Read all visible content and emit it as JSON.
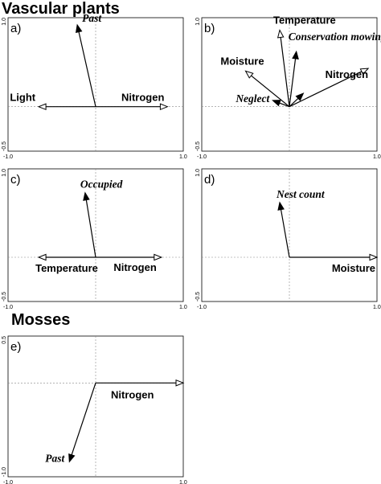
{
  "section_titles": [
    "Vascular plants",
    "Mosses"
  ],
  "chart_data": [
    {
      "type": "biplot",
      "panel_label": "a)",
      "xlim": [
        -1.0,
        1.0
      ],
      "ylim": [
        -0.5,
        1.0
      ],
      "x_tick_labels": [
        "-1.0",
        "1.0"
      ],
      "y_tick_labels": [
        "-0.5",
        "1.0"
      ],
      "vectors": [
        {
          "label": "Past",
          "italic": true,
          "x": -0.21,
          "y": 0.92,
          "head": "closed"
        },
        {
          "label": "Nitrogen",
          "italic": false,
          "x": 0.82,
          "y": 0.0,
          "head": "open"
        },
        {
          "label": "Light",
          "italic": false,
          "x": -0.65,
          "y": 0.0,
          "head": "open"
        }
      ]
    },
    {
      "type": "biplot",
      "panel_label": "b)",
      "xlim": [
        -1.0,
        1.0
      ],
      "ylim": [
        -0.5,
        1.0
      ],
      "x_tick_labels": [
        "-1.0",
        "1.0"
      ],
      "y_tick_labels": [
        "-0.5",
        "1.0"
      ],
      "vectors": [
        {
          "label": "Temperature",
          "italic": false,
          "x": -0.11,
          "y": 0.86,
          "head": "open"
        },
        {
          "label": "Conservation mowing",
          "italic": true,
          "x": 0.08,
          "y": 0.62,
          "head": "closed"
        },
        {
          "label": "Moisture",
          "italic": false,
          "x": -0.5,
          "y": 0.4,
          "head": "open"
        },
        {
          "label": "Nitrogen",
          "italic": false,
          "x": 0.9,
          "y": 0.43,
          "head": "open"
        },
        {
          "label": "Neglect",
          "italic": true,
          "x": -0.19,
          "y": 0.07,
          "head": "closed"
        },
        {
          "label": "",
          "italic": false,
          "x": 0.16,
          "y": 0.15,
          "head": "closed"
        }
      ]
    },
    {
      "type": "biplot",
      "panel_label": "c)",
      "xlim": [
        -1.0,
        1.0
      ],
      "ylim": [
        -0.5,
        1.0
      ],
      "x_tick_labels": [
        "-1.0",
        "1.0"
      ],
      "y_tick_labels": [
        "-0.5",
        "1.0"
      ],
      "vectors": [
        {
          "label": "Occupied",
          "italic": true,
          "x": -0.12,
          "y": 0.73,
          "head": "closed"
        },
        {
          "label": "Nitrogen",
          "italic": false,
          "x": 0.75,
          "y": 0.0,
          "head": "open"
        },
        {
          "label": "Temperature",
          "italic": false,
          "x": -0.65,
          "y": 0.0,
          "head": "open"
        }
      ]
    },
    {
      "type": "biplot",
      "panel_label": "d)",
      "xlim": [
        -1.0,
        1.0
      ],
      "ylim": [
        -0.5,
        1.0
      ],
      "x_tick_labels": [
        "-1.0",
        "1.0"
      ],
      "y_tick_labels": [
        "-0.5",
        "1.0"
      ],
      "vectors": [
        {
          "label": "Nest count",
          "italic": true,
          "x": -0.11,
          "y": 0.62,
          "head": "closed"
        },
        {
          "label": "Moisture",
          "italic": false,
          "x": 1.0,
          "y": 0.0,
          "head": "open"
        }
      ]
    },
    {
      "type": "biplot",
      "panel_label": "e)",
      "xlim": [
        -1.0,
        1.0
      ],
      "ylim": [
        -1.0,
        0.5
      ],
      "x_tick_labels": [
        "-1.0",
        "1.0"
      ],
      "y_tick_labels": [
        "-1.0",
        "0.5"
      ],
      "vectors": [
        {
          "label": "Past",
          "italic": true,
          "x": -0.3,
          "y": -0.84,
          "head": "closed"
        },
        {
          "label": "Nitrogen",
          "italic": false,
          "x": 1.0,
          "y": 0.0,
          "head": "open"
        }
      ]
    }
  ]
}
